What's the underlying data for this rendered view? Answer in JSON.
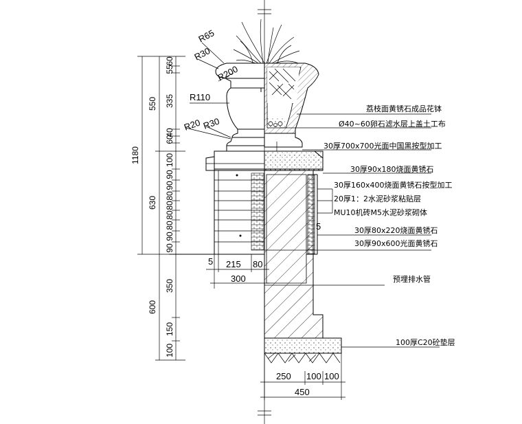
{
  "radius_labels": [
    "R65",
    "R30",
    "R200",
    "R110",
    "R20",
    "R30"
  ],
  "left_dims": {
    "outer": "1180",
    "mid": [
      "550",
      "630",
      "600"
    ],
    "inner_top": [
      "60",
      "55",
      "335",
      "40",
      "60",
      "100"
    ],
    "inner_pedestal": [
      "90",
      "90",
      "80",
      "80",
      "80",
      "80",
      "90",
      "90"
    ],
    "inner_base": [
      "350",
      "150",
      "100"
    ]
  },
  "bottom_dims_upper": [
    "5",
    "215",
    "80",
    "300"
  ],
  "bottom_dims_lower": [
    "250",
    "100",
    "100",
    "450"
  ],
  "tiny_dim": "5",
  "notes": [
    "荔枝面黄锈石成品花钵",
    "Ø40~60卵石滤水层上盖土工布",
    "30厚700x700光面中国黑按型加工",
    "30厚90x180烧面黄锈石",
    "30厚160x400烧面黄锈石按型加工",
    "20厚1：2水泥砂浆粘贴层",
    "MU10机砖M5水泥砂浆砌体",
    "30厚80x220烧面黄锈石",
    "30厚90x600光面黄锈石",
    "预埋排水管",
    "100厚C20砼垫层"
  ]
}
